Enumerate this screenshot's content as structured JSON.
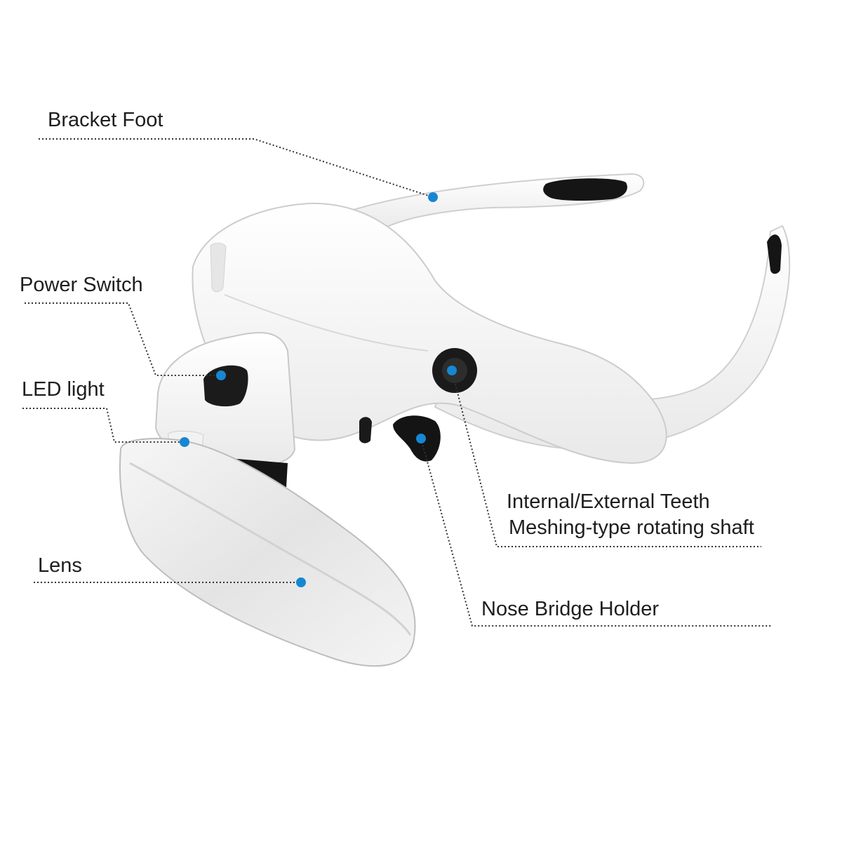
{
  "colors": {
    "marker": "#1787d3",
    "leader": "#333333",
    "text": "#1e1e1e",
    "product_body": "#ffffff",
    "product_shade": "#e3e3e3",
    "product_dark": "#111111"
  },
  "callouts": {
    "bracket_foot": "Bracket Foot",
    "power_switch": "Power Switch",
    "led_light": "LED light",
    "lens": "Lens",
    "teeth_line1": "Internal/External Teeth",
    "teeth_line2": "Meshing-type rotating shaft",
    "nose_bridge": "Nose Bridge Holder"
  }
}
